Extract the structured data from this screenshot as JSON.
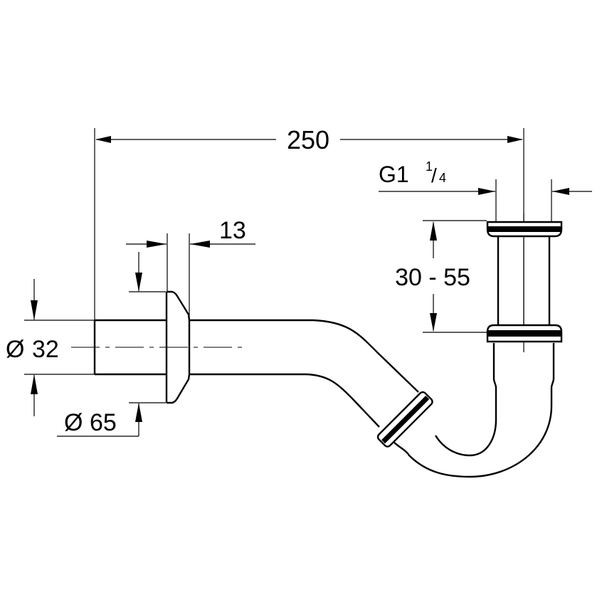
{
  "drawing": {
    "title": "Bottle trap technical dimension drawing",
    "colors": {
      "line": "#000000",
      "background": "#ffffff"
    },
    "dimensions": {
      "overall_length": {
        "value": "250",
        "label": "250"
      },
      "thread_size": {
        "label_main": "G1",
        "label_sup": "1",
        "label_sub": "4",
        "fraction_slash": "/"
      },
      "height_range": {
        "label": "30 - 55"
      },
      "flange_thickness": {
        "label": "13"
      },
      "pipe_diameter": {
        "symbol": "Ø",
        "value": "32"
      },
      "flange_diameter": {
        "symbol": "Ø",
        "value": "65"
      }
    }
  }
}
